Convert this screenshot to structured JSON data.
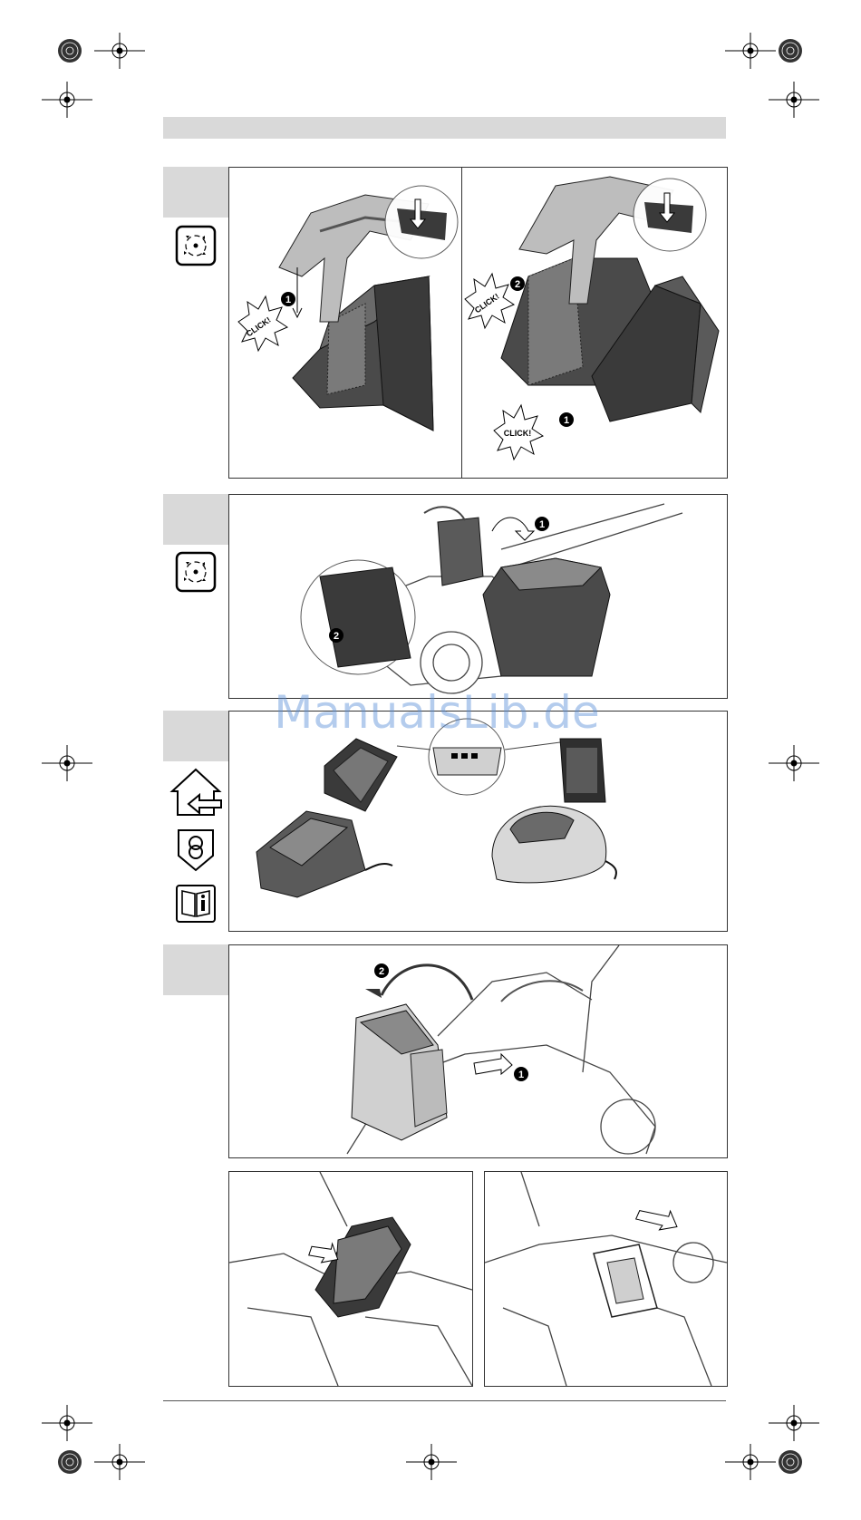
{
  "watermark": {
    "text": "ManualsLib.de"
  },
  "panels": {
    "assemble_left": {
      "click": "CLICK!",
      "step": "1"
    },
    "assemble_right": {
      "click_top": "CLICK!",
      "click_bottom": "CLICK!",
      "step_top": "2",
      "step_bottom": "1"
    },
    "attach": {
      "step_top": "1",
      "step_bottom": "2"
    },
    "battery_remove": {
      "step_top": "2",
      "step_bottom": "1"
    }
  },
  "icons": {
    "blade": "blade-safety-icon",
    "indoor": "indoor-use-icon",
    "transformer": "safety-transformer-icon",
    "manual": "read-manual-icon"
  },
  "colors": {
    "tab": "#d9d9d9",
    "frame": "#333333",
    "watermark": "#5a8fd8"
  }
}
